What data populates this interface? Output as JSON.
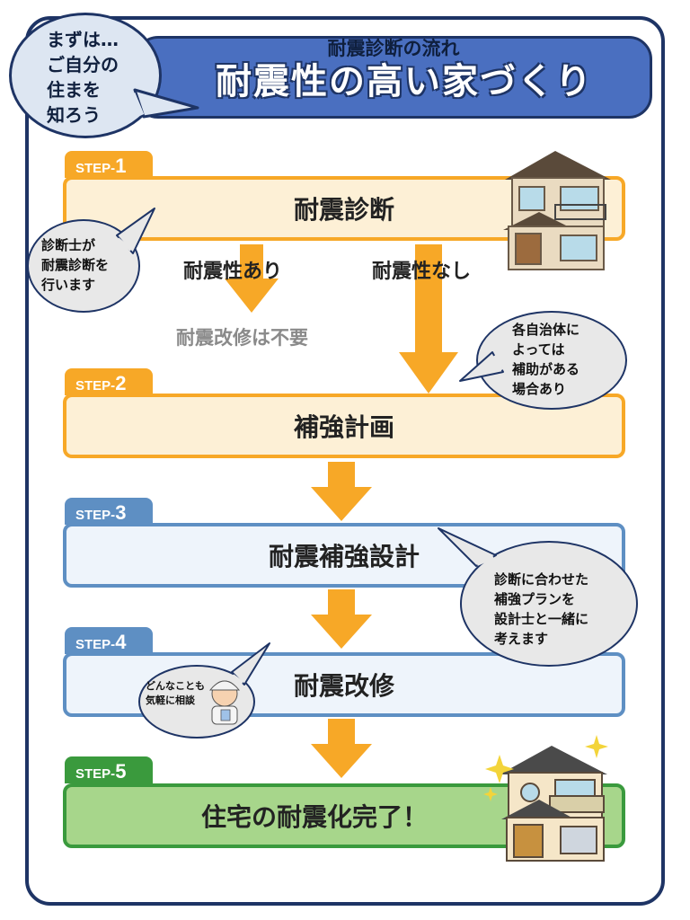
{
  "header": {
    "subtitle": "耐震診断の流れ",
    "title": "耐震性の高い家づくり"
  },
  "intro_bubble": {
    "lines": [
      "まずは…",
      "ご自分の",
      "住まを",
      "知ろう"
    ]
  },
  "steps": [
    {
      "prefix": "STEP-",
      "number": "1",
      "label": "耐震診断",
      "color": "orange"
    },
    {
      "prefix": "STEP-",
      "number": "2",
      "label": "補強計画",
      "color": "orange"
    },
    {
      "prefix": "STEP-",
      "number": "3",
      "label": "耐震補強設計",
      "color": "blue"
    },
    {
      "prefix": "STEP-",
      "number": "4",
      "label": "耐震改修",
      "color": "blue"
    },
    {
      "prefix": "STEP-",
      "number": "5",
      "label": "住宅の耐震化完了！",
      "color": "green"
    }
  ],
  "branches": {
    "yes_label": "耐震性あり",
    "no_label": "耐震性なし",
    "no_repair_label": "耐震改修は不要"
  },
  "notes": {
    "diagnostician": [
      "診断士が",
      "耐震診断を",
      "行います"
    ],
    "subsidy": [
      "各自治体に",
      "よっては",
      "補助がある",
      "場合あり"
    ],
    "plan": [
      "診断に合わせた",
      "補強プランを",
      "設計士と一緒に",
      "考えます"
    ],
    "consult": [
      "どんなことも",
      "気軽に相談"
    ]
  },
  "colors": {
    "navy": "#1e3465",
    "orange_arrow": "#f7a827",
    "header_blue": "#4a6fc0",
    "step_orange": "#f7a827",
    "step_blue": "#5e8fc3",
    "step_green": "#3a9a3d"
  },
  "icons": [
    "house-icon",
    "finished-house-icon",
    "sparkle-icon",
    "advisor-icon"
  ]
}
